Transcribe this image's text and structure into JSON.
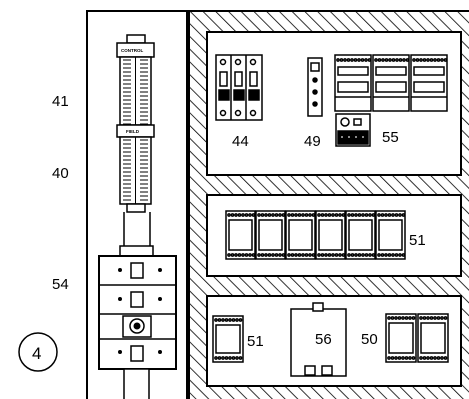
{
  "figure_number": "4",
  "callouts": {
    "c41": "41",
    "c40": "40",
    "c54": "54",
    "c44": "44",
    "c49": "49",
    "c55": "55",
    "c51_mid": "51",
    "c51_bottom": "51",
    "c56": "56",
    "c50": "50"
  },
  "terminal_labels": {
    "control": "CONTROL",
    "field": "FIELD"
  },
  "colors": {
    "line": "#000000",
    "fill": "#ffffff",
    "hatch": "#000000"
  }
}
